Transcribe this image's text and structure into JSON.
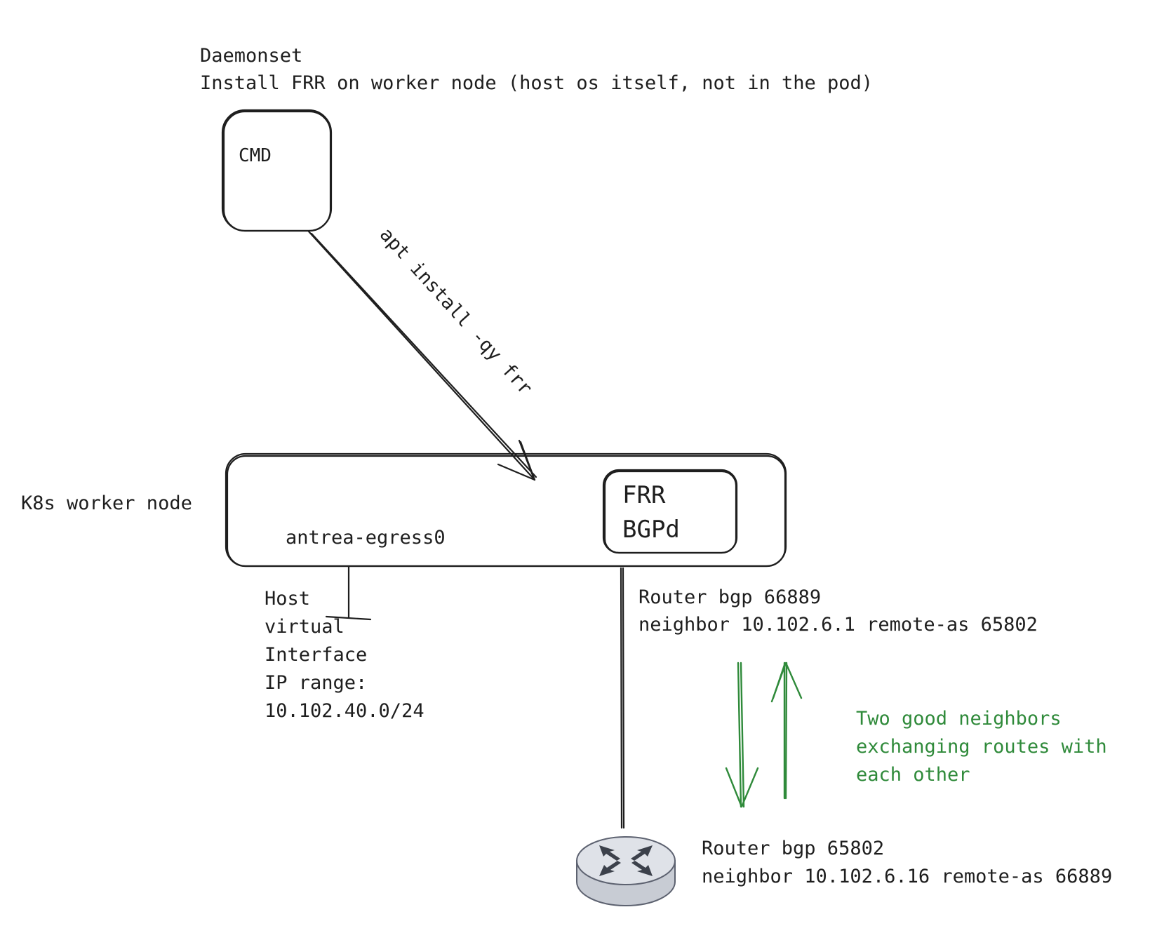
{
  "daemonset": {
    "title": "Daemonset",
    "subtitle": "Install FRR on worker node (host os itself, not in the pod)"
  },
  "cmd_box": {
    "label": "CMD"
  },
  "install_arrow": {
    "label": "apt install -qy frr"
  },
  "worker_node": {
    "label": "K8s worker node",
    "interface_label": "antrea-egress0"
  },
  "frr_box": {
    "line1": "FRR",
    "line2": "BGPd"
  },
  "host_interface": {
    "line1": "Host",
    "line2": "virtual",
    "line3": "Interface",
    "line4": "IP range:",
    "line5": "10.102.40.0/24"
  },
  "node_bgp_config": {
    "line1": "Router bgp 66889",
    "line2": "neighbor 10.102.6.1 remote-as 65802"
  },
  "neighbors_note": {
    "line1": "Two good neighbors",
    "line2": "exchanging routes with",
    "line3": "each other",
    "color": "#2f8a3a"
  },
  "router_bgp_config": {
    "line1": "Router bgp 65802",
    "line2": "neighbor 10.102.6.16 remote-as 66889"
  },
  "router_icon": {
    "name": "router-icon",
    "color": "#c8ccd4"
  }
}
